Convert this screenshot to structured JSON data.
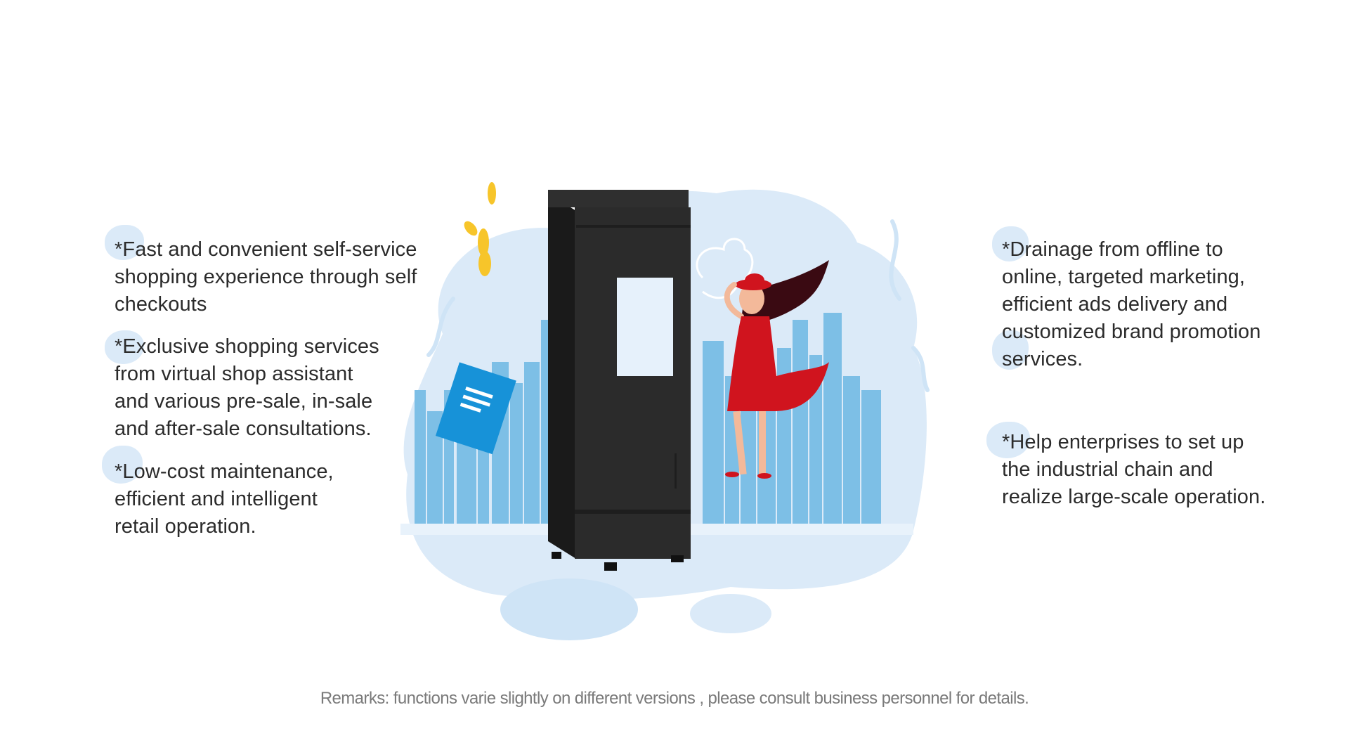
{
  "left_features": [
    {
      "text": "*Fast and convenient self-service\nshopping experience through self\ncheckouts"
    },
    {
      "text": "*Exclusive shopping services\nfrom virtual shop assistant\nand various pre-sale, in-sale\nand after-sale consultations."
    },
    {
      "text": "*Low-cost maintenance,\nefficient and intelligent\nretail operation."
    }
  ],
  "right_features": [
    {
      "text": "*Drainage from offline  to\nonline, targeted marketing,\nefficient ads delivery and\ncustomized brand promotion\nservices."
    },
    {
      "text": "*Help enterprises to set up\nthe industrial chain and\nrealize large-scale operation."
    }
  ],
  "remark": "Remarks: functions varie slightly on different versions , please consult business personnel for details.",
  "colors": {
    "light_blue": "#dbeaf8",
    "mid_blue": "#7dbfe6",
    "machine_black": "#2b2b2b",
    "dress_red": "#d0141e",
    "screen": "#e6f1fb",
    "leaf_yellow": "#f7c52a"
  }
}
